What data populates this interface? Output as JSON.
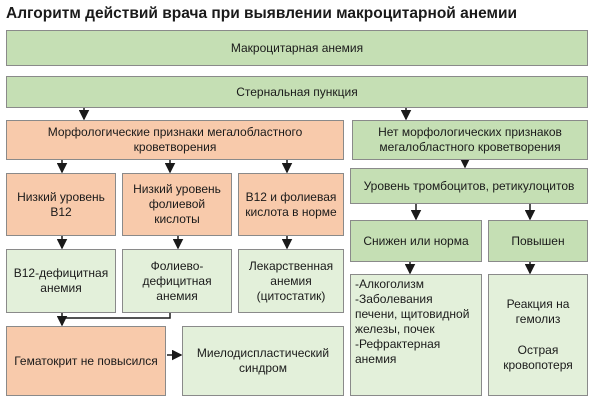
{
  "title": "Алгоритм действий врача при выявлении макроцитарной анемии",
  "nodes": {
    "macro": "Макроцитарная анемия",
    "sternal": "Стернальная пункция",
    "morph_yes": "Морфологические признаки мегалобластного кроветворения",
    "morph_no": "Нет морфологических признаков мегалобластного кроветворения",
    "low_b12": "Низкий уровень B12",
    "low_folate": "Низкий уровень фолиевой кислоты",
    "normal": "B12 и фолиевая кислота в норме",
    "plt_retic": "Уровень тромбоцитов, ретикулоцитов",
    "b12_def": "B12-дефицитная анемия",
    "folate_def": "Фолиево-дефицитная анемия",
    "drug": "Лекарственная анемия (цитостатик)",
    "low_or_norm": "Снижен или норма",
    "high": "Повышен",
    "hct": "Гематокрит не повысился",
    "mds": "Миелодиспластический синдром",
    "causes": [
      "-Алкоголизм",
      "-Заболевания печени, щитовидной железы, почек",
      "-Рефрактерная анемия"
    ],
    "hemolysis": "Реакция на гемолиз",
    "bleeding": "Острая кровопотеря"
  },
  "colors": {
    "green": "#c5dfb4",
    "orange": "#f8caab",
    "light_green": "#e3f0da",
    "border": "#8a8a8a"
  }
}
